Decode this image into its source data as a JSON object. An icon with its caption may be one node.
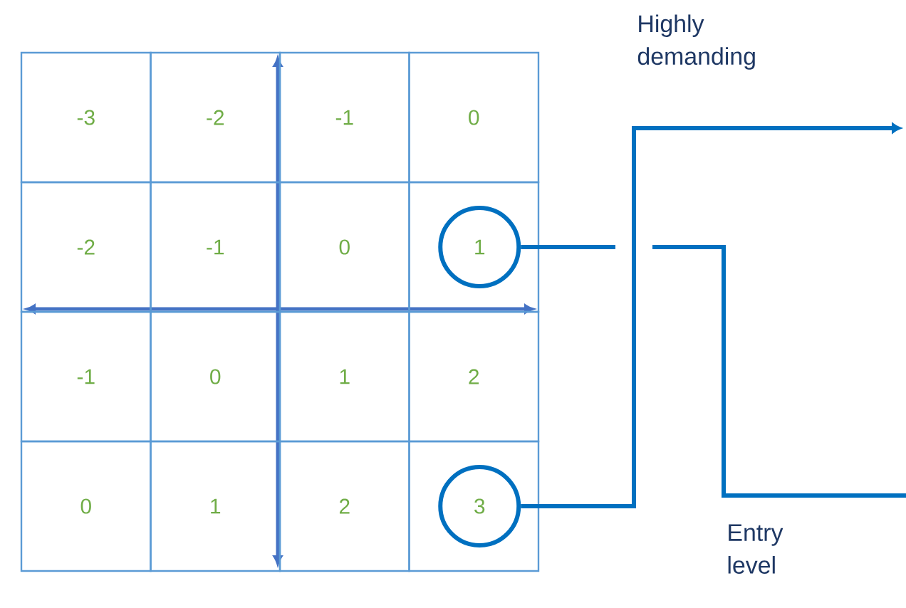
{
  "diagram": {
    "nodes": [
      {
        "text": [
          "-3"
        ]
      },
      {
        "text": [
          "-2"
        ]
      },
      {
        "text": [
          "-1"
        ]
      },
      {
        "text": [
          "0"
        ]
      },
      {
        "text": [
          "-2"
        ]
      },
      {
        "text": [
          "-1"
        ]
      },
      {
        "text": [
          "0"
        ]
      },
      {
        "text": [],
        "shape": "box"
      },
      {
        "text": [
          "1"
        ],
        "in": 7
      },
      {
        "text": [
          "-1"
        ]
      },
      {
        "text": [
          "0"
        ]
      },
      {
        "text": [
          "1"
        ]
      },
      {
        "text": [
          "2"
        ]
      },
      {
        "text": [
          "0"
        ]
      },
      {
        "text": [
          "1"
        ]
      },
      {
        "text": [
          "2"
        ]
      },
      {
        "text": [],
        "shape": "box"
      },
      {
        "text": [
          "3"
        ],
        "in": 16
      }
    ],
    "edges": [
      {
        "from": 17,
        "to": null,
        "arrow": "to",
        "label": "Highly demanding"
      },
      {
        "from": 8,
        "to": null,
        "arrow": "none",
        "label": "Entry level"
      }
    ]
  }
}
